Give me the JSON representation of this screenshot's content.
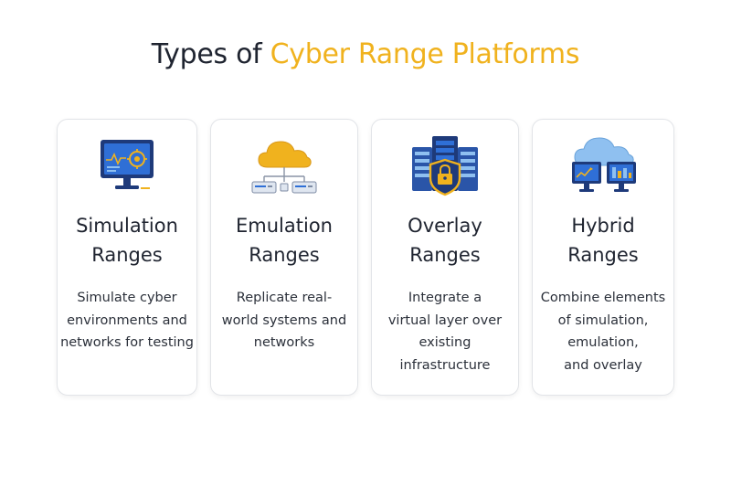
{
  "title": {
    "prefix": "Types of",
    "highlight": "Cyber Range Platforms"
  },
  "colors": {
    "accent": "#f0b21e",
    "navy": "#1e3a7a",
    "blue": "#2f6fd6",
    "light_blue": "#8fc0f0"
  },
  "cards": [
    {
      "icon": "monitor-target-icon",
      "heading": [
        "Simulation",
        "Ranges"
      ],
      "desc": [
        "Simulate cyber",
        "environments and",
        "networks for testing"
      ]
    },
    {
      "icon": "cloud-servers-icon",
      "heading": [
        "Emulation",
        "Ranges"
      ],
      "desc": [
        "Replicate real-",
        "world systems and",
        "networks"
      ]
    },
    {
      "icon": "server-lock-icon",
      "heading": [
        "Overlay",
        "Ranges"
      ],
      "desc": [
        "Integrate a",
        "virtual layer over",
        "existing",
        "infrastructure"
      ]
    },
    {
      "icon": "cloud-monitors-icon",
      "heading": [
        "Hybrid",
        "Ranges"
      ],
      "desc": [
        "Combine elements",
        "of simulation,",
        "emulation,",
        "and overlay"
      ]
    }
  ]
}
